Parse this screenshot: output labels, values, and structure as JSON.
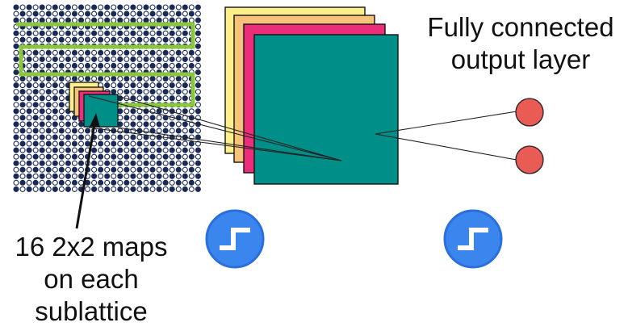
{
  "colors": {
    "lattice_dot": "#1a2a55",
    "green_path": "#8cc63f",
    "map_yellow": "#fdf08c",
    "map_orange": "#f7c27a",
    "map_pink": "#ec2d7a",
    "map_teal": "#008e88",
    "output_neuron": "#e95b55",
    "activation_icon_border": "#2a6fdc",
    "activation_icon_fill": "#3a85ee",
    "lines": "#222222"
  },
  "icons": {
    "activation": "step-function-icon"
  },
  "labels": {
    "fully_connected_line1": "Fully connected",
    "fully_connected_line2": "output layer",
    "maps_line1": "16 2x2 maps",
    "maps_line2": "on each",
    "maps_line3": "sublattice"
  }
}
